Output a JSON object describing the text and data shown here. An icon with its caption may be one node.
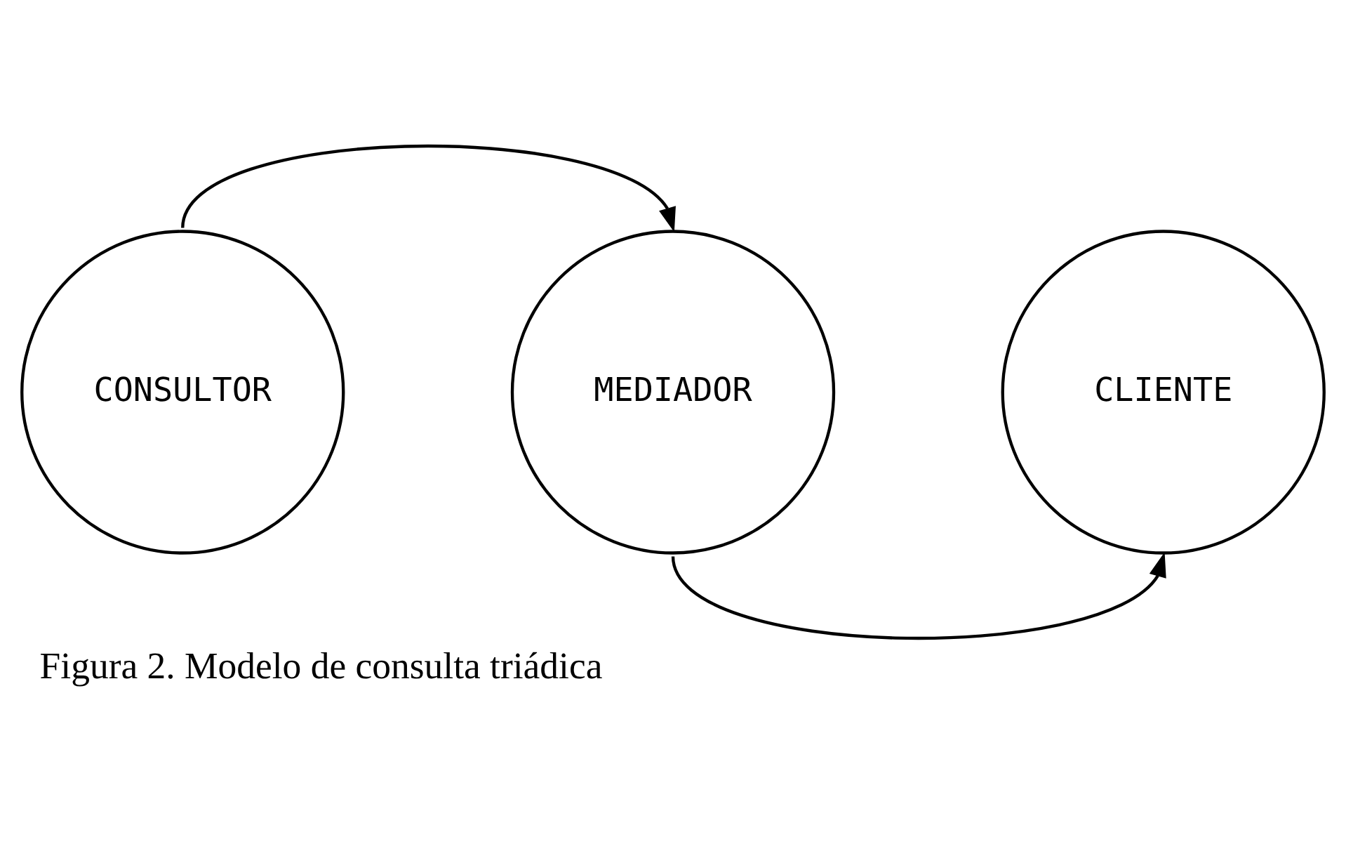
{
  "diagram": {
    "caption": "Figura 2. Modelo de consulta triádica",
    "nodes": [
      {
        "text": [
          "CONSULTOR"
        ]
      },
      {
        "text": [
          "MEDIADOR"
        ]
      },
      {
        "text": [
          "CLIENTE"
        ]
      }
    ],
    "edges": [
      {
        "from": 0,
        "to": 1,
        "arrow": "to"
      },
      {
        "from": 1,
        "to": 2,
        "arrow": "to"
      }
    ]
  }
}
